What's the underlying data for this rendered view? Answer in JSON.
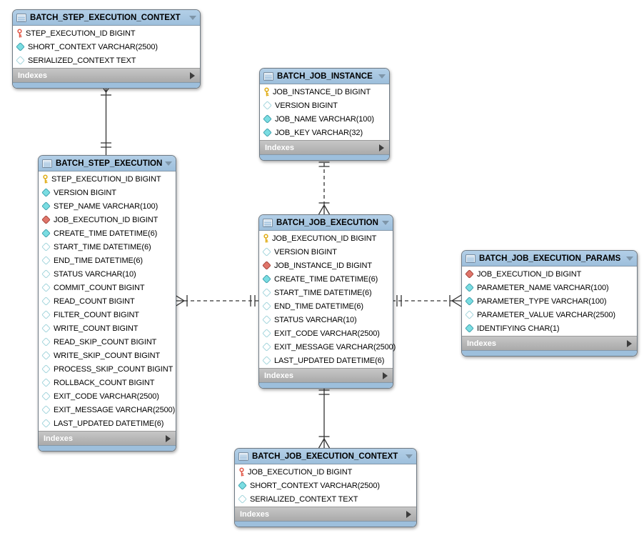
{
  "ui": {
    "indexes_label": "Indexes"
  },
  "colors": {
    "header_blue": "#a9c6e0",
    "footer_blue": "#9dbfdc",
    "indexes_gray": "#b1b1b1",
    "line_color": "#333333",
    "not_null_cyan": "#7adde2",
    "fk_red": "#e0756a",
    "pk_gold": "#e0ad17",
    "pk_fk_red_key": "#e25949"
  },
  "diagram": {
    "tables": [
      {
        "name": "BATCH_STEP_EXECUTION_CONTEXT",
        "columns": [
          {
            "icon": "primary-foreign-key",
            "label": "STEP_EXECUTION_ID BIGINT"
          },
          {
            "icon": "not-null",
            "label": "SHORT_CONTEXT VARCHAR(2500)"
          },
          {
            "icon": "nullable",
            "label": "SERIALIZED_CONTEXT TEXT"
          }
        ]
      },
      {
        "name": "BATCH_JOB_INSTANCE",
        "columns": [
          {
            "icon": "primary-key",
            "label": "JOB_INSTANCE_ID BIGINT"
          },
          {
            "icon": "nullable",
            "label": "VERSION BIGINT"
          },
          {
            "icon": "not-null",
            "label": "JOB_NAME VARCHAR(100)"
          },
          {
            "icon": "not-null",
            "label": "JOB_KEY VARCHAR(32)"
          }
        ]
      },
      {
        "name": "BATCH_STEP_EXECUTION",
        "columns": [
          {
            "icon": "primary-key",
            "label": "STEP_EXECUTION_ID BIGINT"
          },
          {
            "icon": "not-null",
            "label": "VERSION BIGINT"
          },
          {
            "icon": "not-null",
            "label": "STEP_NAME VARCHAR(100)"
          },
          {
            "icon": "foreign-key",
            "label": "JOB_EXECUTION_ID BIGINT"
          },
          {
            "icon": "not-null",
            "label": "CREATE_TIME DATETIME(6)"
          },
          {
            "icon": "nullable",
            "label": "START_TIME DATETIME(6)"
          },
          {
            "icon": "nullable",
            "label": "END_TIME DATETIME(6)"
          },
          {
            "icon": "nullable",
            "label": "STATUS VARCHAR(10)"
          },
          {
            "icon": "nullable",
            "label": "COMMIT_COUNT BIGINT"
          },
          {
            "icon": "nullable",
            "label": "READ_COUNT BIGINT"
          },
          {
            "icon": "nullable",
            "label": "FILTER_COUNT BIGINT"
          },
          {
            "icon": "nullable",
            "label": "WRITE_COUNT BIGINT"
          },
          {
            "icon": "nullable",
            "label": "READ_SKIP_COUNT BIGINT"
          },
          {
            "icon": "nullable",
            "label": "WRITE_SKIP_COUNT BIGINT"
          },
          {
            "icon": "nullable",
            "label": "PROCESS_SKIP_COUNT BIGINT"
          },
          {
            "icon": "nullable",
            "label": "ROLLBACK_COUNT BIGINT"
          },
          {
            "icon": "nullable",
            "label": "EXIT_CODE VARCHAR(2500)"
          },
          {
            "icon": "nullable",
            "label": "EXIT_MESSAGE VARCHAR(2500)"
          },
          {
            "icon": "nullable",
            "label": "LAST_UPDATED DATETIME(6)"
          }
        ]
      },
      {
        "name": "BATCH_JOB_EXECUTION",
        "columns": [
          {
            "icon": "primary-key",
            "label": "JOB_EXECUTION_ID BIGINT"
          },
          {
            "icon": "nullable",
            "label": "VERSION BIGINT"
          },
          {
            "icon": "foreign-key",
            "label": "JOB_INSTANCE_ID BIGINT"
          },
          {
            "icon": "not-null",
            "label": "CREATE_TIME DATETIME(6)"
          },
          {
            "icon": "nullable",
            "label": "START_TIME DATETIME(6)"
          },
          {
            "icon": "nullable",
            "label": "END_TIME DATETIME(6)"
          },
          {
            "icon": "nullable",
            "label": "STATUS VARCHAR(10)"
          },
          {
            "icon": "nullable",
            "label": "EXIT_CODE VARCHAR(2500)"
          },
          {
            "icon": "nullable",
            "label": "EXIT_MESSAGE VARCHAR(2500)"
          },
          {
            "icon": "nullable",
            "label": "LAST_UPDATED DATETIME(6)"
          }
        ]
      },
      {
        "name": "BATCH_JOB_EXECUTION_PARAMS",
        "columns": [
          {
            "icon": "foreign-key",
            "label": "JOB_EXECUTION_ID BIGINT"
          },
          {
            "icon": "not-null",
            "label": "PARAMETER_NAME VARCHAR(100)"
          },
          {
            "icon": "not-null",
            "label": "PARAMETER_TYPE VARCHAR(100)"
          },
          {
            "icon": "nullable",
            "label": "PARAMETER_VALUE VARCHAR(2500)"
          },
          {
            "icon": "not-null",
            "label": "IDENTIFYING CHAR(1)"
          }
        ]
      },
      {
        "name": "BATCH_JOB_EXECUTION_CONTEXT",
        "columns": [
          {
            "icon": "primary-foreign-key",
            "label": "JOB_EXECUTION_ID BIGINT"
          },
          {
            "icon": "not-null",
            "label": "SHORT_CONTEXT VARCHAR(2500)"
          },
          {
            "icon": "nullable",
            "label": "SERIALIZED_CONTEXT TEXT"
          }
        ]
      }
    ],
    "relationships": [
      {
        "table_a": "BATCH_STEP_EXECUTION_CONTEXT",
        "table_b": "BATCH_STEP_EXECUTION",
        "style": "solid",
        "end_a": "many",
        "end_b": "one-exactly"
      },
      {
        "table_a": "BATCH_JOB_INSTANCE",
        "table_b": "BATCH_JOB_EXECUTION",
        "style": "dashed",
        "end_a": "one-exactly",
        "end_b": "many"
      },
      {
        "table_a": "BATCH_STEP_EXECUTION",
        "table_b": "BATCH_JOB_EXECUTION",
        "style": "dashed",
        "end_a": "many",
        "end_b": "one-exactly"
      },
      {
        "table_a": "BATCH_JOB_EXECUTION",
        "table_b": "BATCH_JOB_EXECUTION_PARAMS",
        "style": "dashed",
        "end_a": "one-exactly",
        "end_b": "many"
      },
      {
        "table_a": "BATCH_JOB_EXECUTION",
        "table_b": "BATCH_JOB_EXECUTION_CONTEXT",
        "style": "solid",
        "end_a": "one-exactly",
        "end_b": "many"
      }
    ]
  }
}
